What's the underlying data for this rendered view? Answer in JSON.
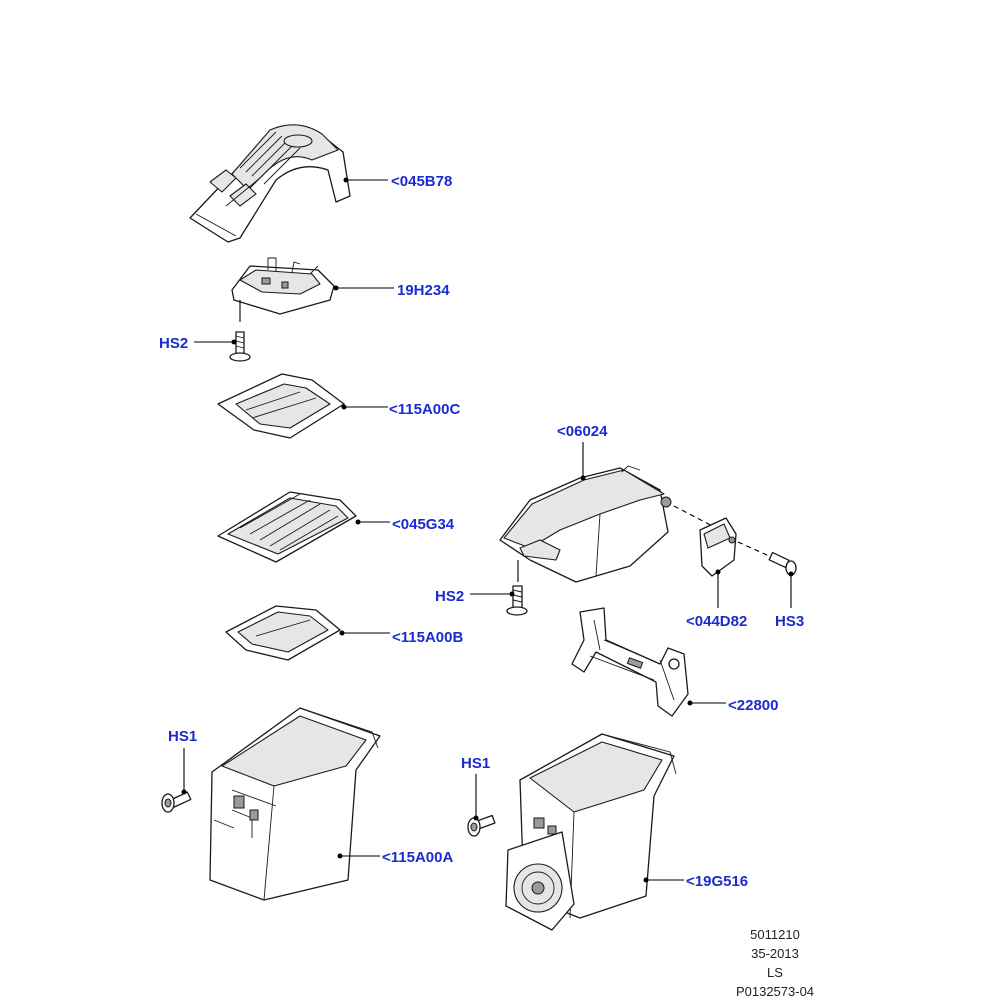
{
  "callouts": {
    "c045B78": "<045B78",
    "c19H234": "19H234",
    "hs2_left": "HS2",
    "c115A00C": "<115A00C",
    "c045G34": "<045G34",
    "c115A00B": "<115A00B",
    "hs1_left": "HS1",
    "c115A00A": "<115A00A",
    "c06024": "<06024",
    "hs2_right": "HS2",
    "c044D82": "<044D82",
    "hs3": "HS3",
    "c22800": "<22800",
    "hs1_right": "HS1",
    "c19G516": "<19G516"
  },
  "footer": {
    "line1": "5011210",
    "line2": "35-2013",
    "line3": "LS",
    "line4": "P0132573-04"
  },
  "colors": {
    "callout_text": "#1c2bd0",
    "line_art": "#1a1a1a",
    "background": "#ffffff"
  }
}
